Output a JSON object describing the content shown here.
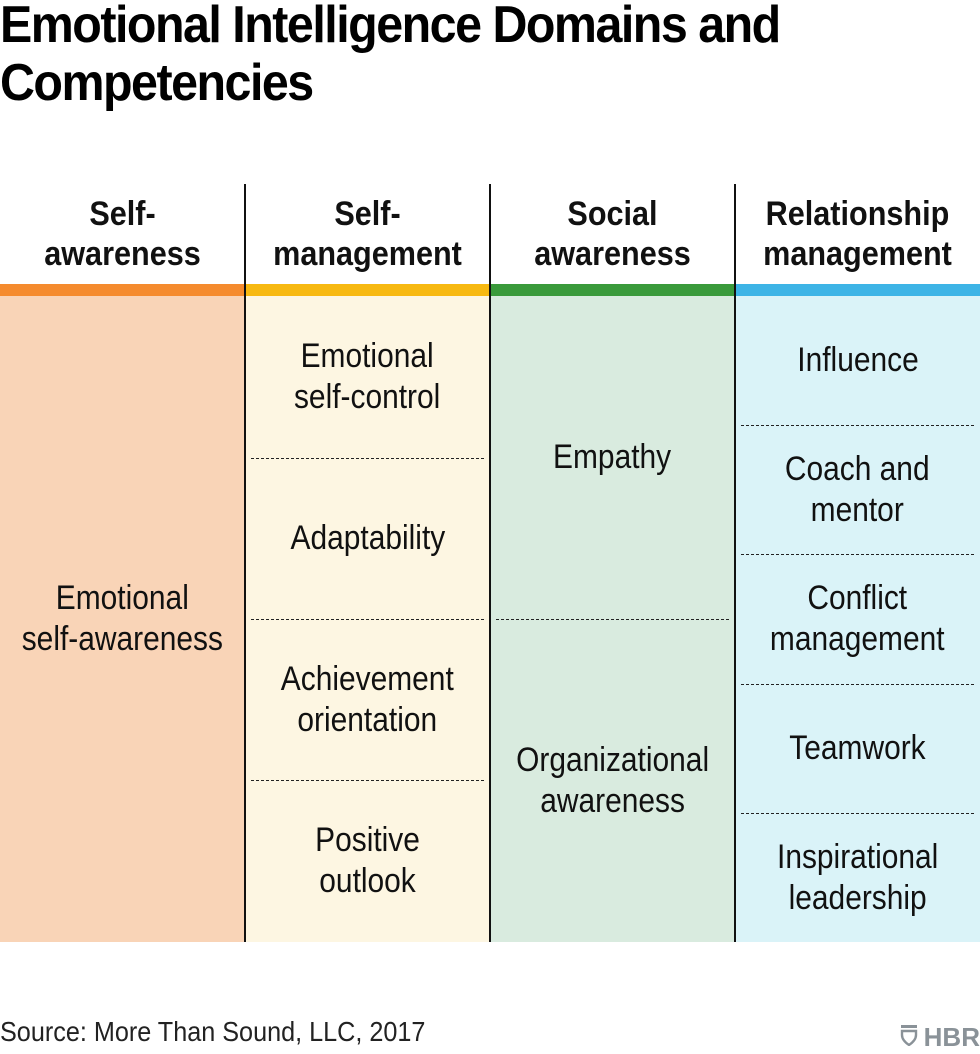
{
  "title": "Emotional Intelligence Domains and Competencies",
  "colors": {
    "self_awareness_accent": "#f58b2e",
    "self_awareness_fill": "#f9d4b7",
    "self_management_accent": "#f7b912",
    "self_management_fill": "#fdf6e2",
    "social_awareness_accent": "#3a9a3b",
    "social_awareness_fill": "#d9ebdf",
    "relationship_management_accent": "#3db4e6",
    "relationship_management_fill": "#daf3f8"
  },
  "domains": [
    {
      "header_line1": "Self-",
      "header_line2": "awareness",
      "competencies": [
        "Emotional\nself-awareness"
      ]
    },
    {
      "header_line1": "Self-",
      "header_line2": "management",
      "competencies": [
        "Emotional\nself-control",
        "Adaptability",
        "Achievement\norientation",
        "Positive\noutlook"
      ]
    },
    {
      "header_line1": "Social",
      "header_line2": "awareness",
      "competencies": [
        "Empathy",
        "Organizational\nawareness"
      ]
    },
    {
      "header_line1": "Relationship",
      "header_line2": "management",
      "competencies": [
        "Influence",
        "Coach and\nmentor",
        "Conflict\nmanagement",
        "Teamwork",
        "Inspirational\nleadership"
      ]
    }
  ],
  "footer": {
    "source": "Source: More Than Sound, LLC, 2017",
    "logo_text": "HBR",
    "logo_icon": "shield-icon"
  }
}
